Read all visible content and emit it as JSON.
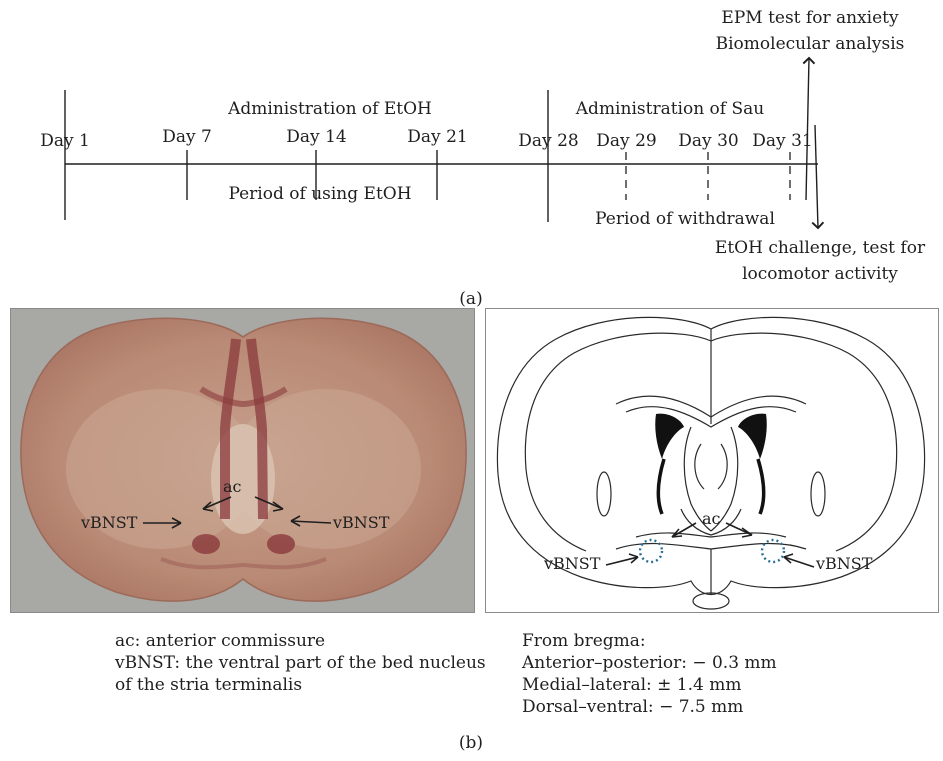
{
  "timeline": {
    "top_note_line1": "EPM test for anxiety",
    "top_note_line2": "Biomolecular analysis",
    "admin_etoh": "Administration of EtOH",
    "admin_sau": "Administration of Sau",
    "days": [
      "Day 1",
      "Day 7",
      "Day 14",
      "Day 21",
      "Day 28",
      "Day 29",
      "Day 30",
      "Day 31"
    ],
    "period_etoh": "Period of using EtOH",
    "period_withdrawal": "Period of withdrawal",
    "bottom_note_line1": "EtOH challenge, test for",
    "bottom_note_line2": "locomotor activity",
    "panel_label": "(a)"
  },
  "photo": {
    "label_ac": "ac",
    "label_vbnst_left": "vBNST",
    "label_vbnst_right": "vBNST",
    "tissue_color": "#b98a75",
    "stain_color": "#8a3a3c"
  },
  "atlas": {
    "label_ac": "ac",
    "label_vbnst_left": "vBNST",
    "label_vbnst_right": "vBNST",
    "roi_color": "#2a6f96"
  },
  "caption_left": {
    "line1": "ac: anterior commissure",
    "line2": "vBNST: the ventral part of the bed nucleus",
    "line3": "of the stria terminalis"
  },
  "caption_right": {
    "line1": "From bregma:",
    "line2": "Anterior–posterior: − 0.3 mm",
    "line3": "Medial–lateral: ± 1.4 mm",
    "line4": "Dorsal–ventral: − 7.5 mm"
  },
  "panel_b_label": "(b)"
}
